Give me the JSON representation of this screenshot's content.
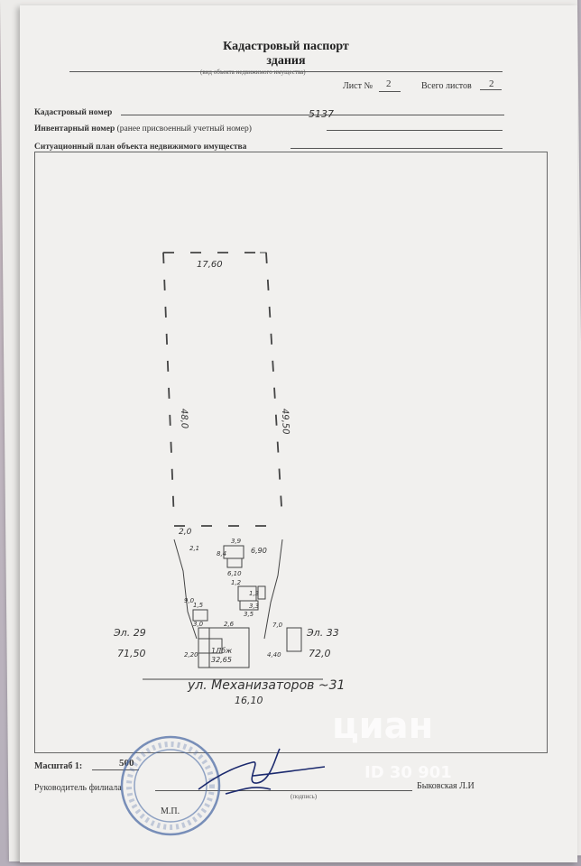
{
  "header": {
    "title_line1": "Кадастровый паспорт",
    "title_line2": "здания",
    "subtitle": "(вид объекта недвижимого имущества)"
  },
  "sheet": {
    "sheet_label": "Лист №",
    "sheet_no": "2",
    "total_label": "Всего листов",
    "total_no": "2"
  },
  "fields": {
    "cadastral_label": "Кадастровый номер",
    "inventory_label": "Инвентарный номер",
    "inventory_label_note": "(ранее присвоенный учетный номер)",
    "inventory_value": "5137",
    "plan_label": "Ситуационный план объекта недвижимого имущества"
  },
  "plan": {
    "top_width": "17,60",
    "left_length": "48,0",
    "right_length": "49,50",
    "left_neighbor": "Эл. 29",
    "left_neighbor_value": "71,50",
    "right_neighbor": "Эл. 33",
    "right_neighbor_value": "72,0",
    "street": "ул. Механизаторов ~31",
    "bottom_width": "16,10",
    "dim_bottom_left": "2,0",
    "dim_upper_right": "6,90",
    "house_label": "1Лбж",
    "house_area": "32,65",
    "dims": [
      "3,9",
      "8,4",
      "6,10",
      "1,2",
      "3,5",
      "1,5",
      "3,0",
      "2,6",
      "7,0",
      "4,40",
      "2,20",
      "9,0",
      "1,3",
      "3,3",
      "2,1"
    ]
  },
  "footer": {
    "scale_label": "Масштаб 1:",
    "scale_value": "500",
    "head_label": "Руководитель филиала",
    "head_name": "Быковская Л.И",
    "signature_note": "(подпись)",
    "mp_label": "М.П."
  },
  "watermark": {
    "brand": "циан",
    "id_text": "ID 30 901"
  },
  "colors": {
    "stamp_blue": "#4f6ea6",
    "paper": "#f1f0ee",
    "ink": "#333333"
  }
}
